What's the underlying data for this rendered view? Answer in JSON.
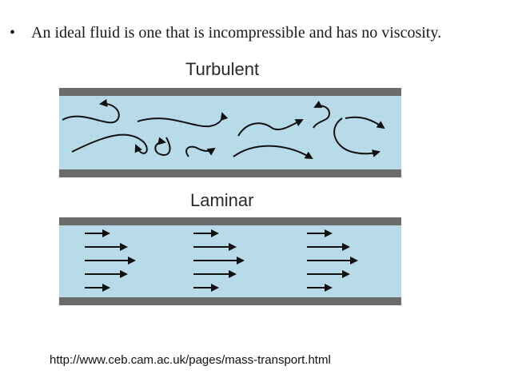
{
  "slide": {
    "bullet_symbol": "•",
    "bullet_text": "An ideal fluid is one that is incompressible and has no viscosity."
  },
  "diagram": {
    "turbulent_label": "Turbulent",
    "laminar_label": "Laminar",
    "fluid_color": "#b7dbe8",
    "wall_color": "#6b6b6b",
    "arrow_color": "#111111"
  },
  "footer": {
    "source_url": "http://www.ceb.cam.ac.uk/pages/mass-transport.html"
  }
}
